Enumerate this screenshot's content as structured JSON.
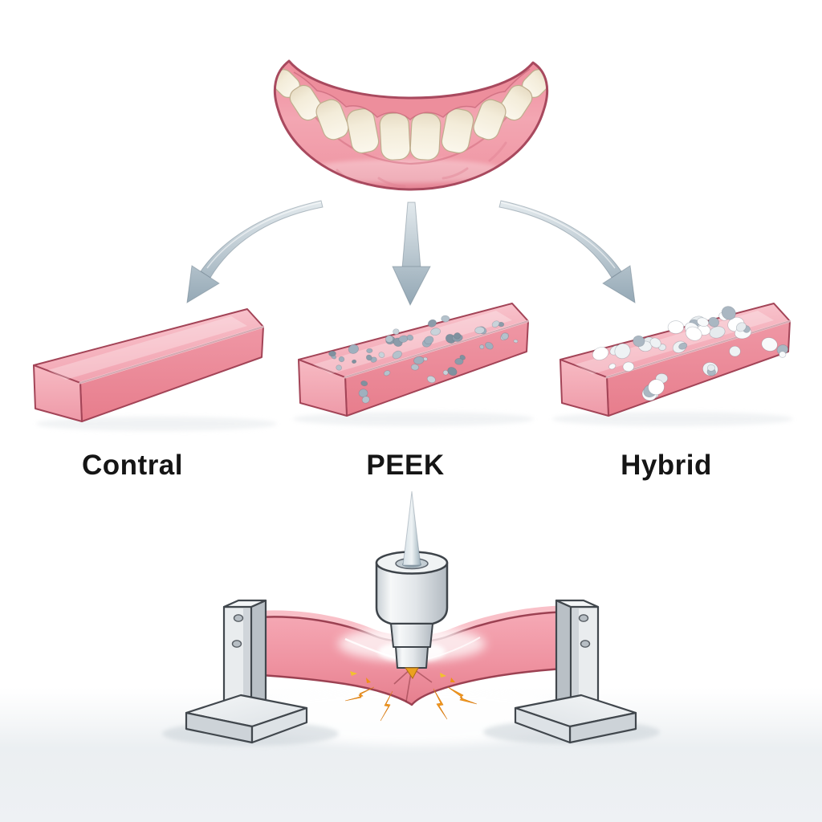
{
  "figure": {
    "subject": "denture-material-flexural-test-diagram",
    "top_illustration": "lower-denture",
    "bottom_illustration": "three-point-flexural-test"
  },
  "specimens": [
    {
      "id": "control",
      "label": "Contral",
      "particles": {
        "count": 0,
        "colors": [],
        "size": [
          0,
          0
        ]
      }
    },
    {
      "id": "peek",
      "label": "PEEK",
      "particles": {
        "count": 48,
        "colors": [
          "#9fb0be",
          "#b4c2cc",
          "#8b9caa",
          "#c9d3da",
          "#7f919f"
        ],
        "size": [
          2.5,
          6.5
        ]
      }
    },
    {
      "id": "hybrid",
      "label": "Hybrid",
      "particles": {
        "count": 40,
        "colors": [
          "#f8fafb",
          "#eef2f4",
          "#ffffff",
          "#e6ebee",
          "#aab7c2"
        ],
        "size": [
          4,
          10.5
        ]
      }
    }
  ],
  "icons": [
    {
      "name": "curved-arrow-down-left-icon"
    },
    {
      "name": "straight-arrow-down-icon"
    },
    {
      "name": "curved-arrow-down-right-icon"
    },
    {
      "name": "fracture-spark-icon"
    }
  ],
  "colors": {
    "background": "#ffffff",
    "gum_pink": "#f2a1ae",
    "bar_pink": "#f2a5b2",
    "bar_outline": "#a34457",
    "tooth_ivory": "#f3ecd9",
    "metal_light": "#eef1f3",
    "metal_mid": "#c6ccd1",
    "metal_outline": "#41474d",
    "arrow_gray": "#9fb3c0",
    "spark_orange": "#f0941f",
    "floor_gray": "#e9edf0",
    "label_text": "#151515"
  }
}
